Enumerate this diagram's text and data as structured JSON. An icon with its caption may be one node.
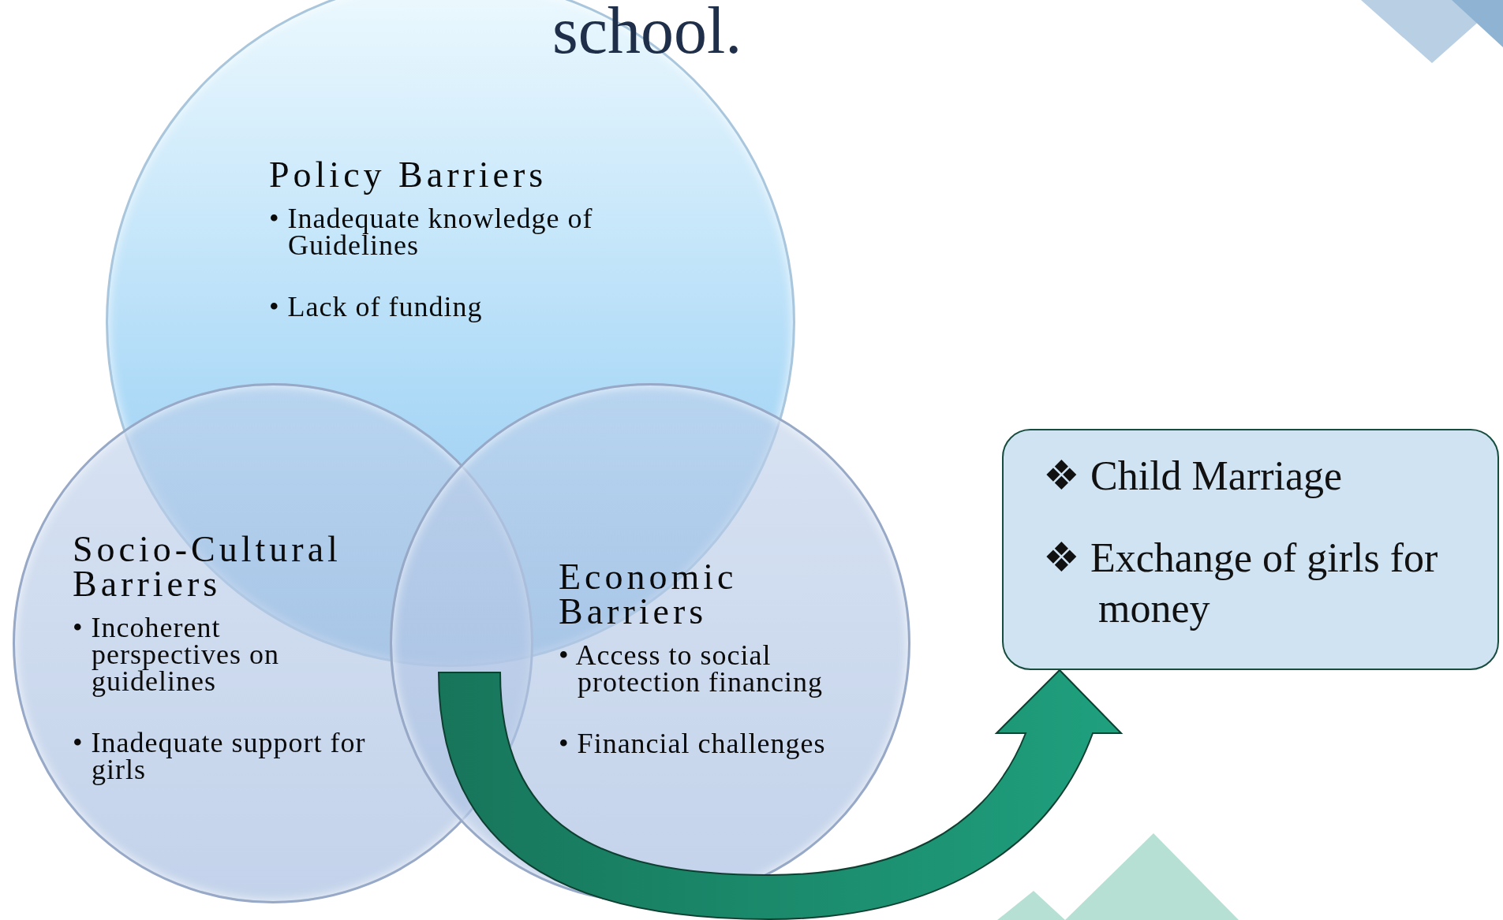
{
  "diagram": {
    "title": "school.",
    "nodes": [
      {
        "text": [
          "Policy Barriers",
          "• Inadequate knowledge of Guidelines",
          "• Lack of funding"
        ]
      },
      {
        "text": [
          "Socio-Cultural Barriers",
          "• Incoherent perspectives on guidelines",
          "• Inadequate support for girls"
        ]
      },
      {
        "text": [
          "Economic Barriers",
          "• Access to social protection financing",
          "• Financial challenges"
        ]
      },
      {
        "text": [
          "❖ Child Marriage",
          "❖ Exchange of girls for money"
        ]
      }
    ],
    "edges": [
      {
        "from": null,
        "to": 3,
        "arrow": "to"
      }
    ]
  }
}
